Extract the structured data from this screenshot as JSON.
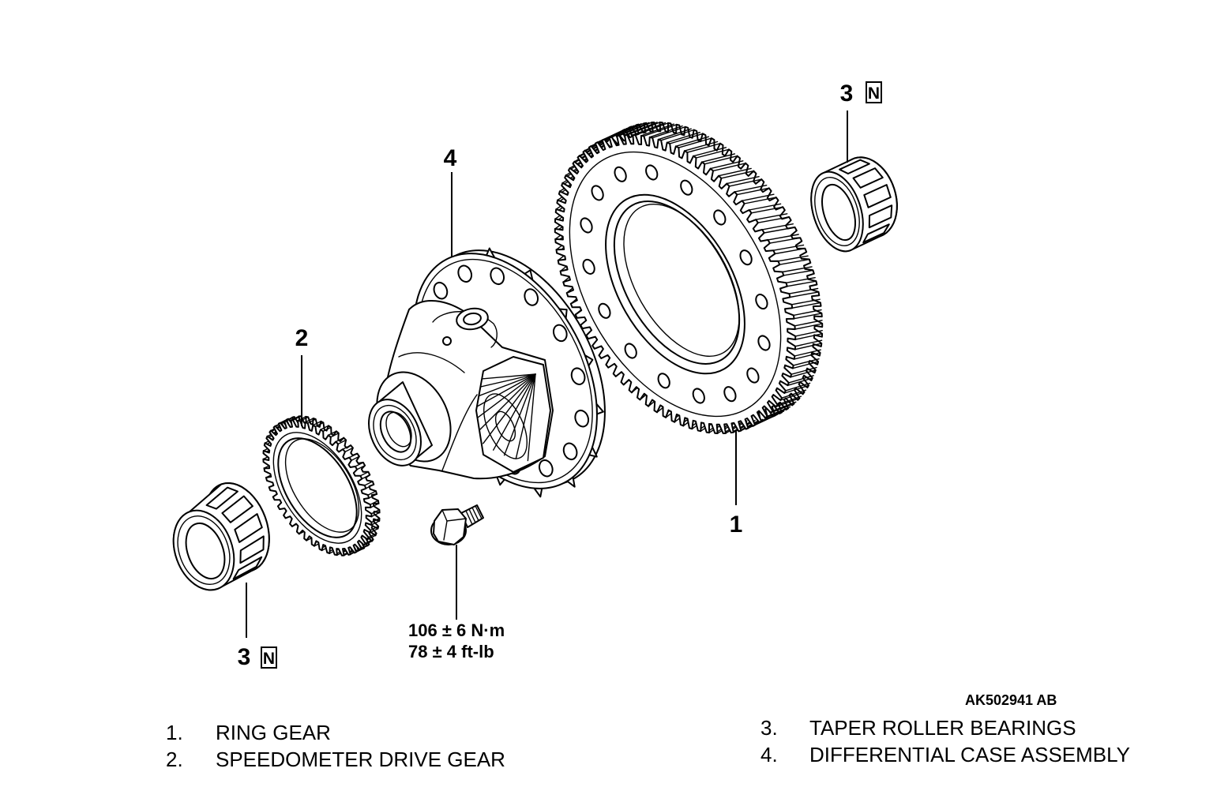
{
  "callouts": {
    "ring_gear": "1",
    "speedometer_drive_gear": "2",
    "bearing_upper": {
      "number": "3",
      "badge": "N"
    },
    "bearing_lower": {
      "number": "3",
      "badge": "N"
    },
    "differential_case": "4"
  },
  "torque": {
    "metric": "106 ± 6 N·m",
    "imperial": "78 ± 4 ft-lb"
  },
  "figure_id": "AK502941 AB",
  "legend": [
    {
      "num": "1.",
      "label": "RING GEAR"
    },
    {
      "num": "2.",
      "label": "SPEEDOMETER DRIVE GEAR"
    },
    {
      "num": "3.",
      "label": "TAPER ROLLER BEARINGS"
    },
    {
      "num": "4.",
      "label": "DIFFERENTIAL CASE ASSEMBLY"
    }
  ]
}
